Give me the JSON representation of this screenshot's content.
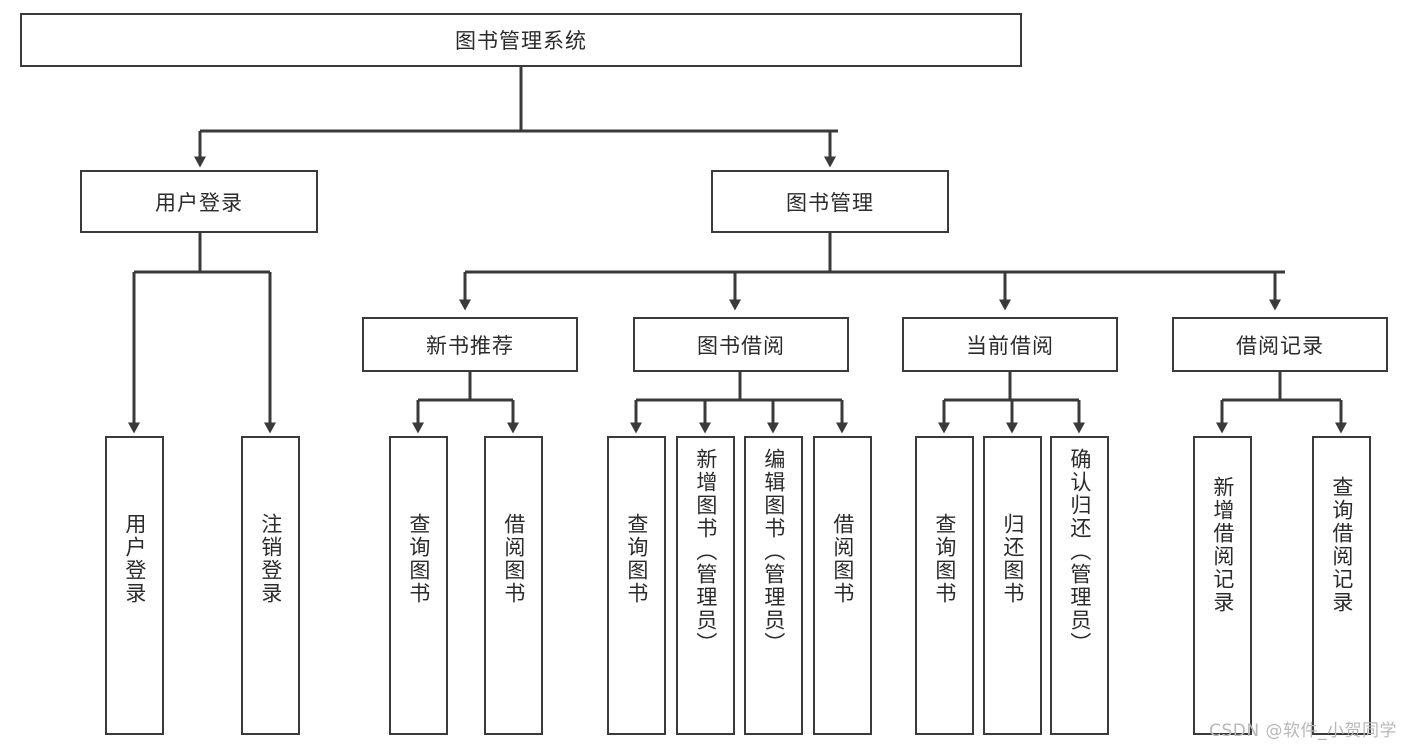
{
  "diagram": {
    "title": "图书管理系统",
    "type": "tree-hierarchy-diagram",
    "colors": {
      "box_border": "#3a3a3a",
      "box_fill": "#ffffff",
      "connector": "#3a3a3a",
      "text": "#2b2b2b",
      "background": "#ffffff",
      "watermark": "#b8b8b8"
    },
    "root": {
      "label": "图书管理系统"
    },
    "level2": [
      {
        "id": "user-login",
        "label": "用户登录"
      },
      {
        "id": "book-management",
        "label": "图书管理"
      }
    ],
    "level3": [
      {
        "id": "new-book-recommend",
        "label": "新书推荐"
      },
      {
        "id": "book-borrow",
        "label": "图书借阅"
      },
      {
        "id": "current-borrow",
        "label": "当前借阅"
      },
      {
        "id": "borrow-record",
        "label": "借阅记录"
      }
    ],
    "leaves": {
      "user_login": [
        {
          "id": "leaf-user-login",
          "label": "用户登录"
        },
        {
          "id": "leaf-logout-login",
          "label": "注销登录"
        }
      ],
      "new_book_recommend": [
        {
          "id": "leaf-query-book-1",
          "label": "查询图书"
        },
        {
          "id": "leaf-borrow-book-1",
          "label": "借阅图书"
        }
      ],
      "book_borrow": [
        {
          "id": "leaf-query-book-2",
          "label": "查询图书"
        },
        {
          "id": "leaf-add-book",
          "label": "新增图书（管理员）"
        },
        {
          "id": "leaf-edit-book",
          "label": "编辑图书（管理员）"
        },
        {
          "id": "leaf-borrow-book-2",
          "label": "借阅图书"
        }
      ],
      "current_borrow": [
        {
          "id": "leaf-query-book-3",
          "label": "查询图书"
        },
        {
          "id": "leaf-return-book",
          "label": "归还图书"
        },
        {
          "id": "leaf-confirm-return",
          "label": "确认归还（管理员）"
        }
      ],
      "borrow_record": [
        {
          "id": "leaf-add-record",
          "label": "新增借阅记录"
        },
        {
          "id": "leaf-query-record",
          "label": "查询借阅记录"
        }
      ]
    },
    "watermark": "CSDN @软件_小贺同学"
  }
}
